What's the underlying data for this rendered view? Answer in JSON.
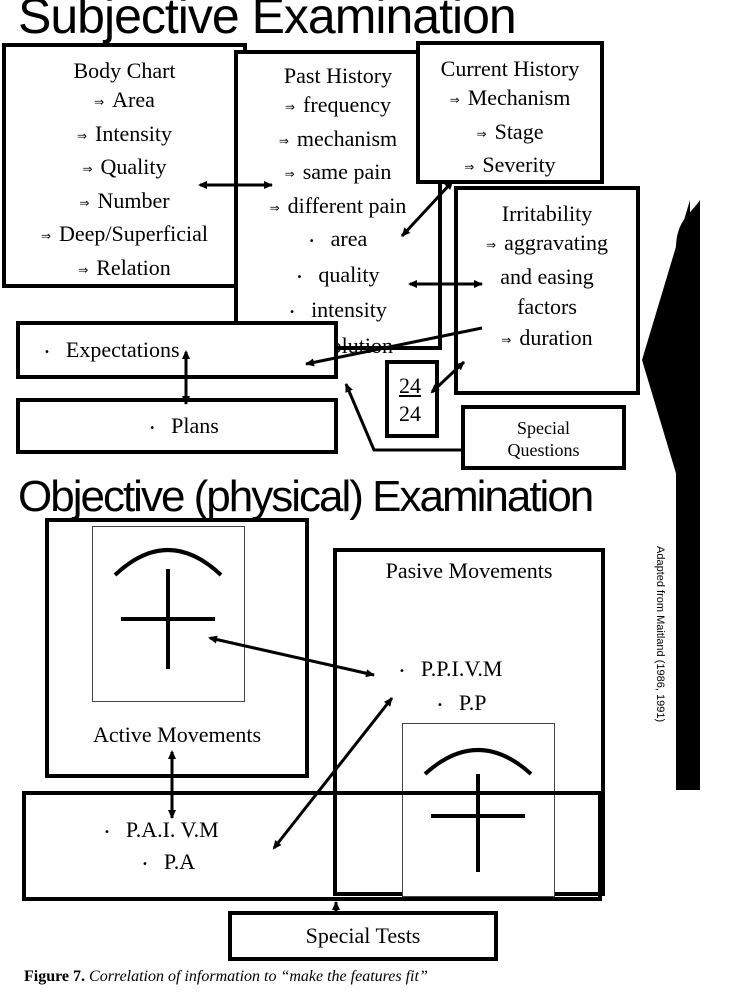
{
  "subjective_title": "Subjective Examination",
  "body_chart": {
    "title": "Body Chart",
    "items": [
      "Area",
      "Intensity",
      "Quality",
      "Number",
      "Deep/Superficial",
      "Relation"
    ]
  },
  "past_history": {
    "title": "Past History",
    "arrow_items": [
      "frequency",
      "mechanism",
      "same pain",
      "different pain"
    ],
    "dot_items": [
      "area",
      "quality",
      "intensity",
      "resolution"
    ]
  },
  "current_history": {
    "title": "Current History",
    "items": [
      "Mechanism",
      "Stage",
      "Severity"
    ]
  },
  "irritability": {
    "title": "Irritability",
    "item1_lines": [
      "aggravating",
      "and easing",
      "factors"
    ],
    "item2": "duration"
  },
  "expectations": "Expectations",
  "plans": "Plans",
  "hours_box": {
    "numerator": "24",
    "denominator": "24"
  },
  "special_questions": {
    "line1": "Special",
    "line2": "Questions"
  },
  "objective_title": "Objective (physical) Examination",
  "active_movements": "Active Movements",
  "passive_movements": {
    "title": "Pasive Movements",
    "items": [
      "P.P.I.V.M",
      "P.P"
    ]
  },
  "accessory": {
    "items": [
      "P.A.I. V.M",
      "P.A"
    ]
  },
  "special_tests": "Special Tests",
  "side_note": "Adapted from Maitland (1986, 1991)",
  "caption": {
    "label": "Figure 7.",
    "text": "Correlation of  information to  “make the features fit”"
  },
  "icons": {
    "bullet_arrow": "⇒",
    "bullet_dot": "•"
  }
}
